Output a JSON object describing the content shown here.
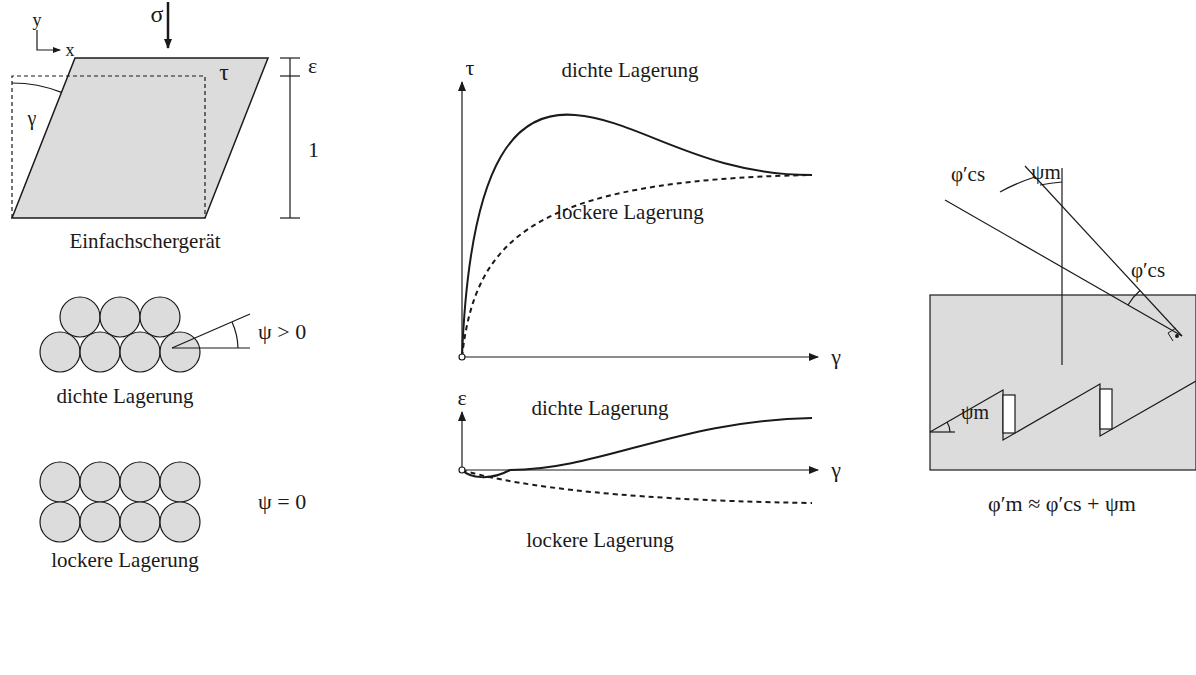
{
  "diagram": {
    "labels": [
      "σ",
      "y",
      "x",
      "τ",
      "ε",
      "1",
      "γ",
      "Einfachschergerät",
      "ψ > 0",
      "dichte Lagerung",
      "ψ = 0",
      "lockere Lagerung",
      "τ",
      "dichte Lagerung",
      "lockere Lagerung",
      "γ",
      "ε",
      "dichte Lagerung",
      "lockere Lagerung",
      "γ",
      "φ′cs",
      "ψm",
      "φ′cs",
      "ψm",
      "φ′m ≈ φ′cs + ψm"
    ]
  }
}
